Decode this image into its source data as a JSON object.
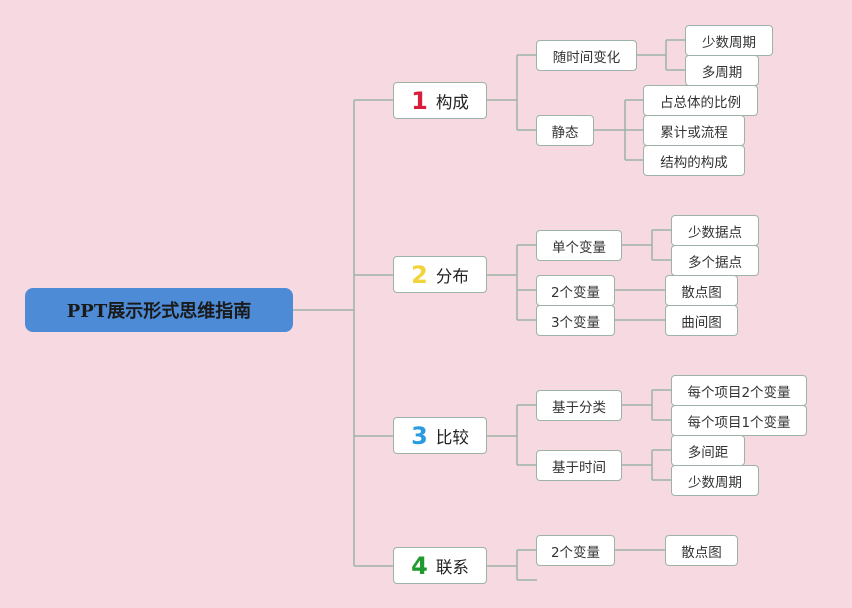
{
  "root": "PPT展示形式思维指南",
  "branches": [
    {
      "number": "1",
      "label": "构成",
      "number_color": "#d81e3a",
      "children": [
        {
          "label": "随时间变化",
          "children": [
            "少数周期",
            "多周期"
          ]
        },
        {
          "label": "静态",
          "children": [
            "占总体的比例",
            "累计或流程",
            "结构的构成"
          ]
        }
      ]
    },
    {
      "number": "2",
      "label": "分布",
      "number_color": "#f2d33b",
      "children": [
        {
          "label": "单个变量",
          "children": [
            "少数据点",
            "多个据点"
          ]
        },
        {
          "label": "2个变量",
          "children": [
            "散点图"
          ]
        },
        {
          "label": "3个变量",
          "children": [
            "曲间图"
          ]
        }
      ]
    },
    {
      "number": "3",
      "label": "比较",
      "number_color": "#2a9be0",
      "children": [
        {
          "label": "基于分类",
          "children": [
            "每个项目2个变量",
            "每个项目1个变量"
          ]
        },
        {
          "label": "基于时间",
          "children": [
            "多间距",
            "少数周期"
          ]
        }
      ]
    },
    {
      "number": "4",
      "label": "联系",
      "number_color": "#1e9a2e",
      "children": [
        {
          "label": "2个变量",
          "children": [
            "散点图"
          ]
        }
      ]
    }
  ],
  "colors": {
    "background": "#f6d9e1",
    "root_fill": "#4d8bd6",
    "line": "#9db3a8"
  }
}
